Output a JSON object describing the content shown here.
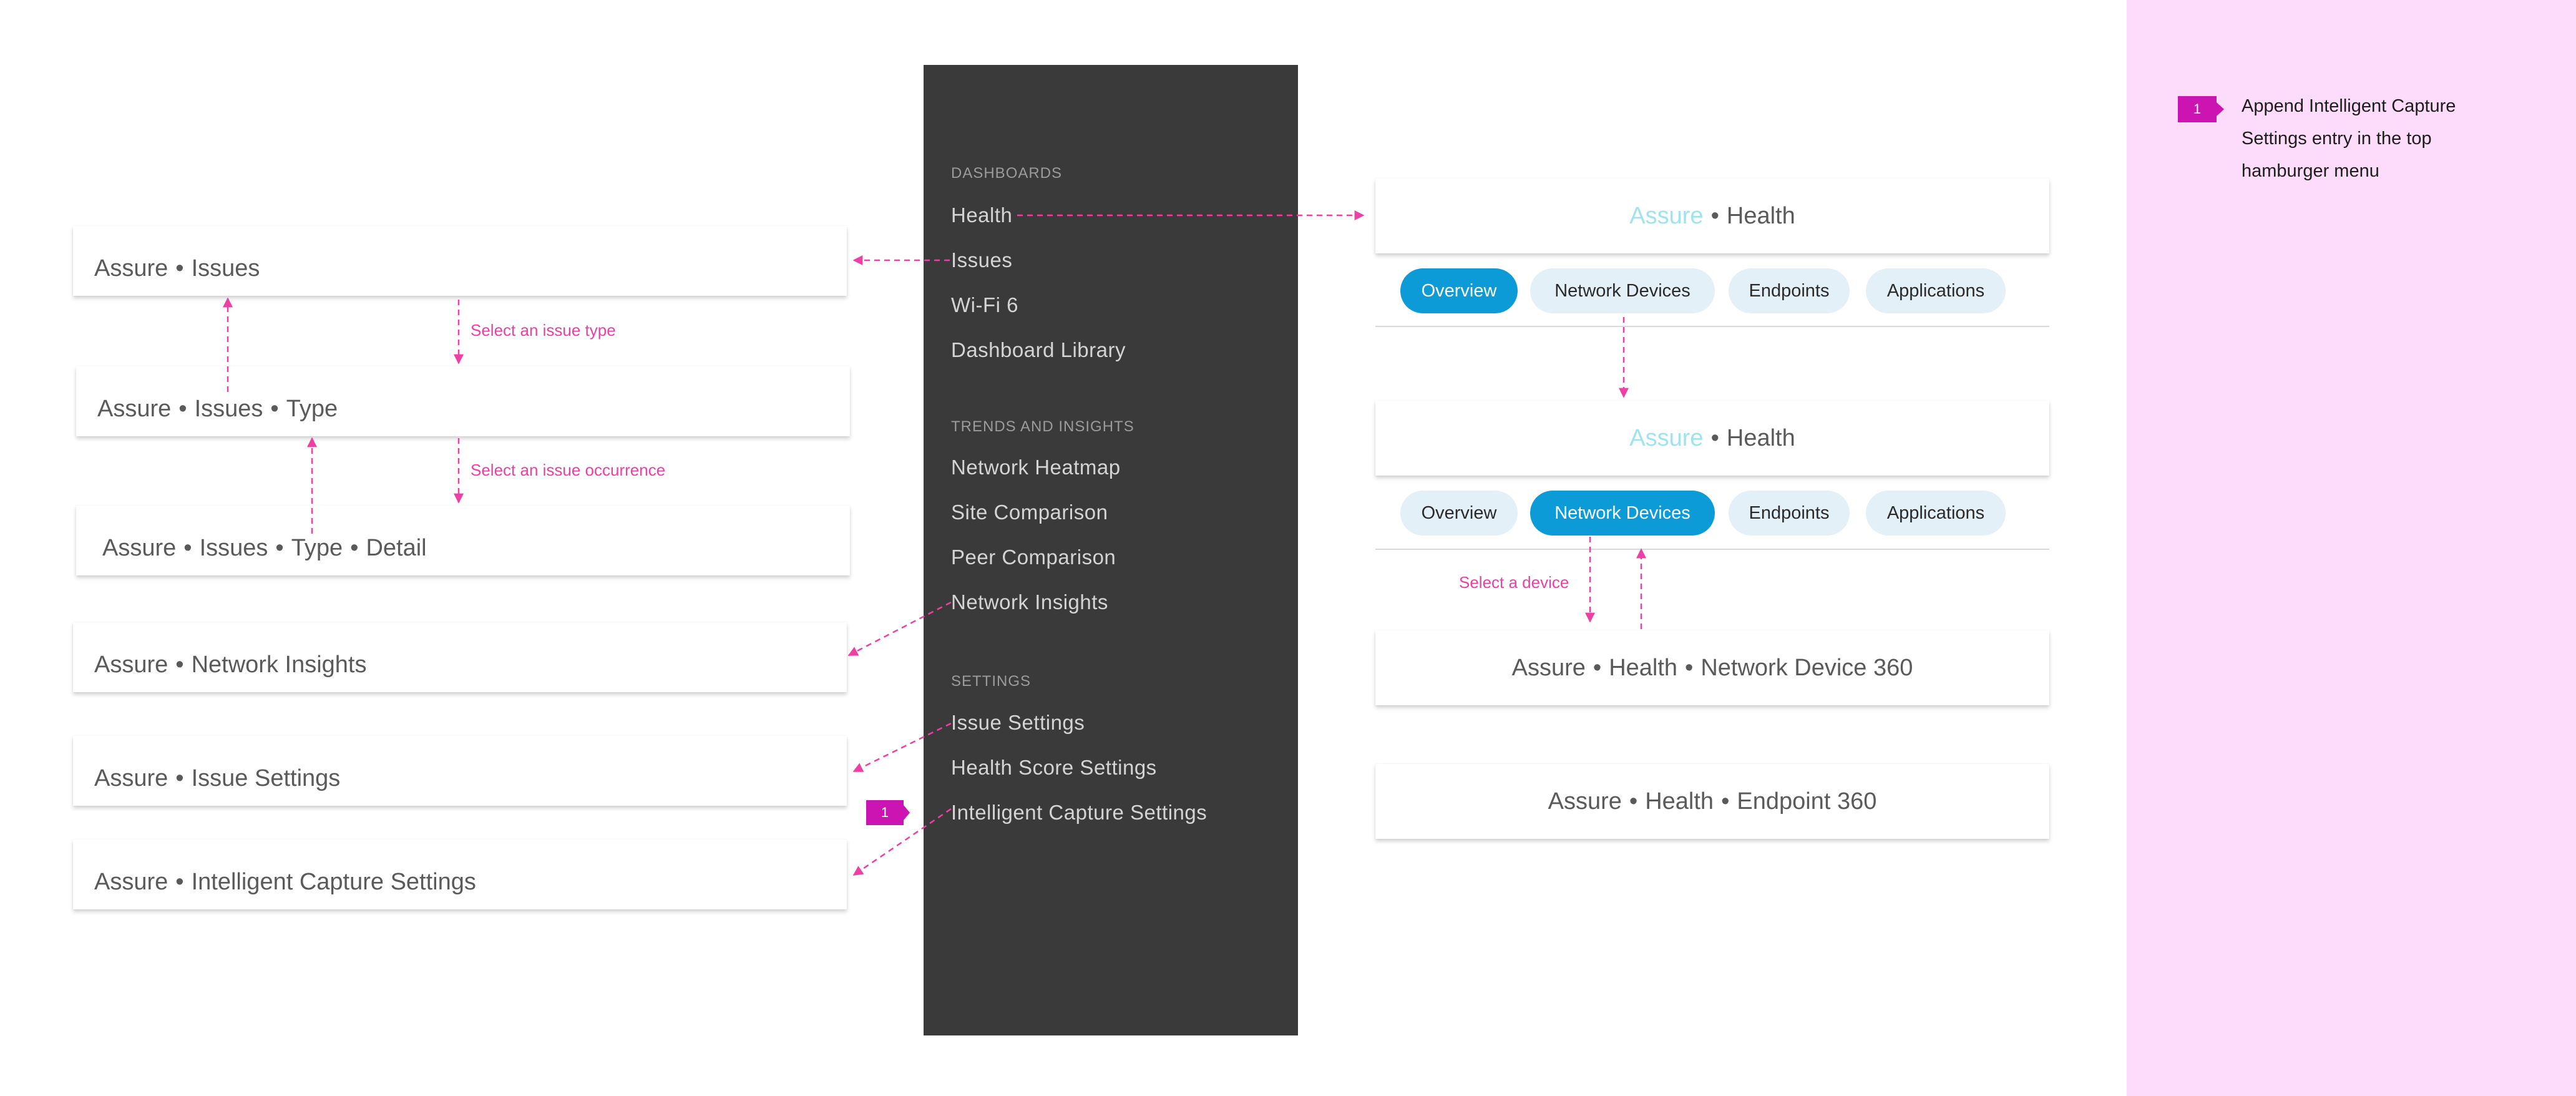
{
  "left_cards": {
    "issues": [
      "Assure",
      "Issues"
    ],
    "issues_type": [
      "Assure",
      "Issues",
      "Type"
    ],
    "issues_type_detail": [
      "Assure",
      "Issues",
      "Type",
      "Detail"
    ],
    "network_insights": [
      "Assure",
      "Network Insights"
    ],
    "issue_settings": [
      "Assure",
      "Issue Settings"
    ],
    "intelligent_capture": [
      "Assure",
      "Intelligent Capture Settings"
    ]
  },
  "separator": "•",
  "annotations": {
    "select_issue_type": "Select an issue type",
    "select_issue_occurrence": "Select an issue occurrence",
    "select_device": "Select a device"
  },
  "menu": {
    "dashboards_header": "DASHBOARDS",
    "dashboards": [
      "Health",
      "Issues",
      "Wi-Fi 6",
      "Dashboard Library"
    ],
    "trends_header": "TRENDS AND INSIGHTS",
    "trends": [
      "Network Heatmap",
      "Site Comparison",
      "Peer Comparison",
      "Network Insights"
    ],
    "settings_header": "SETTINGS",
    "settings": [
      "Issue Settings",
      "Health Score Settings",
      "Intelligent Capture Settings"
    ]
  },
  "health_top": {
    "prefix": "Assure",
    "page": "Health",
    "active_tab": 0
  },
  "health_devices": {
    "prefix": "Assure",
    "page": "Health",
    "active_tab": 1
  },
  "tabs": [
    "Overview",
    "Network Devices",
    "Endpoints",
    "Applications"
  ],
  "device_360": [
    "Assure",
    "Health",
    "Network Device 360"
  ],
  "endpoint_360": [
    "Assure",
    "Health",
    "Endpoint 360"
  ],
  "notes": [
    {
      "badge": "1",
      "text": "Append Intelligent Capture Settings entry in the top hamburger menu"
    }
  ],
  "colors": {
    "annotation": "#ee3fa5",
    "accent_prefix": "#9fe3ef",
    "active_tab": "#0d9bd8",
    "inactive_tab": "#e4f0f7",
    "sidebar": "#3a3a3a",
    "note_panel": "#fddcfb",
    "badge": "#cc14b3"
  }
}
